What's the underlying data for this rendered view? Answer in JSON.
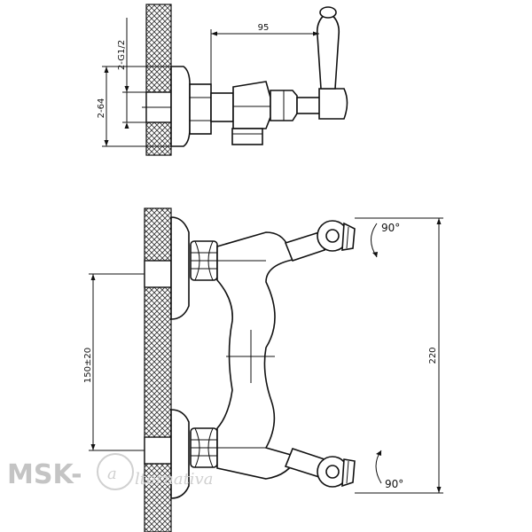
{
  "dimensions": {
    "depth": "95",
    "thread": "2-G1/2",
    "height_side": "2-64",
    "center_distance": "150±20",
    "overall_height": "220",
    "rotation_top": "90°",
    "rotation_bottom": "90°"
  },
  "watermark": {
    "brand": "MSK-",
    "tail": "lternativa"
  }
}
